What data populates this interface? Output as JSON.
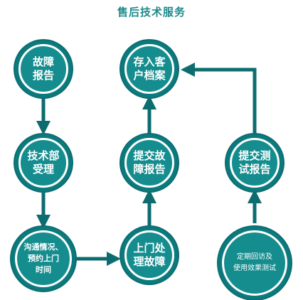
{
  "title": "售后技术服务",
  "colors": {
    "node": "#158d8f",
    "ring": "#0c7a7d",
    "arrow": "#0d6c6f",
    "title": "#1e8a8a"
  },
  "nodes": {
    "fault_report": "故障\n报告",
    "tech_dept": "技术部\n受理",
    "communicate": "沟通情况、\n预约上门\n时间",
    "onsite": "上门处\n理故障",
    "submit_fault": "提交故\n障报告",
    "archive": "存入客\n户档案",
    "submit_test": "提交测\n试报告",
    "visit": "定期回访及\n使用效果测试"
  }
}
